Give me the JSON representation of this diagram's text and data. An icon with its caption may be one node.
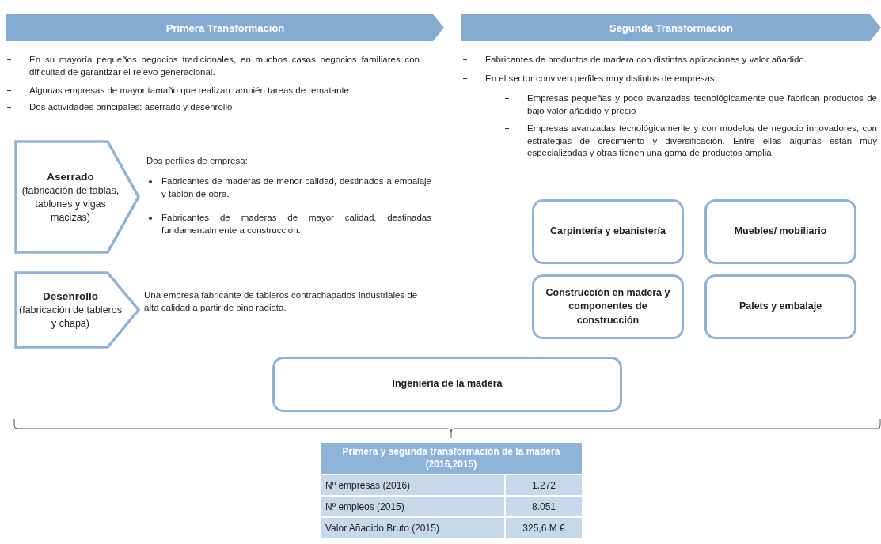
{
  "diagram": {
    "nodes": [
      {
        "text": [
          "Primera Transformación"
        ]
      },
      {
        "text": [
          "Segunda Transformación"
        ]
      },
      {
        "text": [
          "Aserrado",
          "(fabricación de tablas, tablones y vigas macizas)"
        ],
        "beside": [
          "Dos perfiles de empresa:",
          "Fabricantes de maderas de menor calidad, destinados a embalaje y tablón de obra.",
          "Fabricantes de maderas de mayor calidad, destinadas fundamentalmente a construcción."
        ]
      },
      {
        "text": [
          "Desenrollo",
          "(fabricación de tableros y chapa)"
        ],
        "beside": [
          "Una empresa fabricante de tableros contrachapados industriales de alta calidad a partir de pino radiata."
        ]
      },
      {
        "text": [
          "Carpintería y ebanistería"
        ]
      },
      {
        "text": [
          "Muebles/ mobiliario"
        ]
      },
      {
        "text": [
          "Construcción en madera y componentes de construcción"
        ]
      },
      {
        "text": [
          "Palets y embalaje"
        ]
      },
      {
        "text": [
          "Ingeniería de la madera"
        ]
      }
    ],
    "edges": [],
    "labels": [
      "En su mayoría pequeños negocios tradicionales, en muchos casos negocios familiares con dificultad de garantizar el relevo generacional.",
      "Algunas empresas de mayor tamaño que realizan también tareas de rematante",
      "Dos actividades principales: aserrado y desenrollo",
      "Fabricantes de productos de madera con distintas aplicaciones y valor añadido.",
      "En el sector conviven perfiles muy distintos de empresas:",
      "Empresas pequeñas y poco avanzadas tecnológicamente que fabrican productos de bajo valor añadido y precio",
      "Empresas avanzadas tecnológicamente y con modelos de negocio innovadores, con estrategias de crecimiento y diversificación. Entre ellas algunas están muy especializadas y otras tienen una gama de productos amplia.",
      "Primera y segunda transformación de la madera (2016,2015)",
      "Nº empresas (2016)",
      "1.272",
      "Nº empleos (2015)",
      "8.051",
      "Valor Añadido Bruto (2015)",
      "325,6 M €"
    ]
  }
}
